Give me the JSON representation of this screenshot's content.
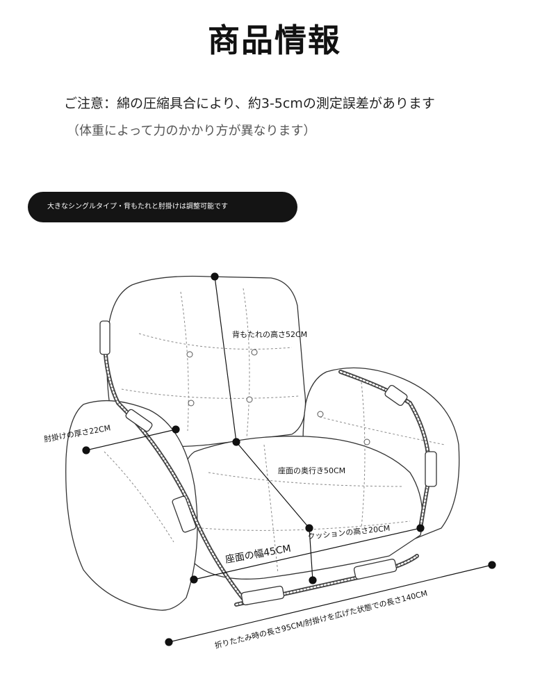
{
  "header": {
    "title": "商品情報"
  },
  "notice": {
    "main": "ご注意：綿の圧縮具合により、約3-5cmの測定誤差があります",
    "sub": "（体重によって力のかかり方が異なります）"
  },
  "badge": {
    "text": "大きなシングルタイプ・背もたれと肘掛けは調整可能です"
  },
  "dimensions": {
    "backrest_height": "背もたれの高さ52CM",
    "armrest_thickness": "肘掛けの厚さ22CM",
    "seat_depth": "座面の奥行き50CM",
    "cushion_height": "クッションの高さ20CM",
    "seat_width": "座面の幅45CM",
    "total_length": "折りたたみ時の長さ95CM/肘掛けを広げた状態での長さ140CM"
  }
}
